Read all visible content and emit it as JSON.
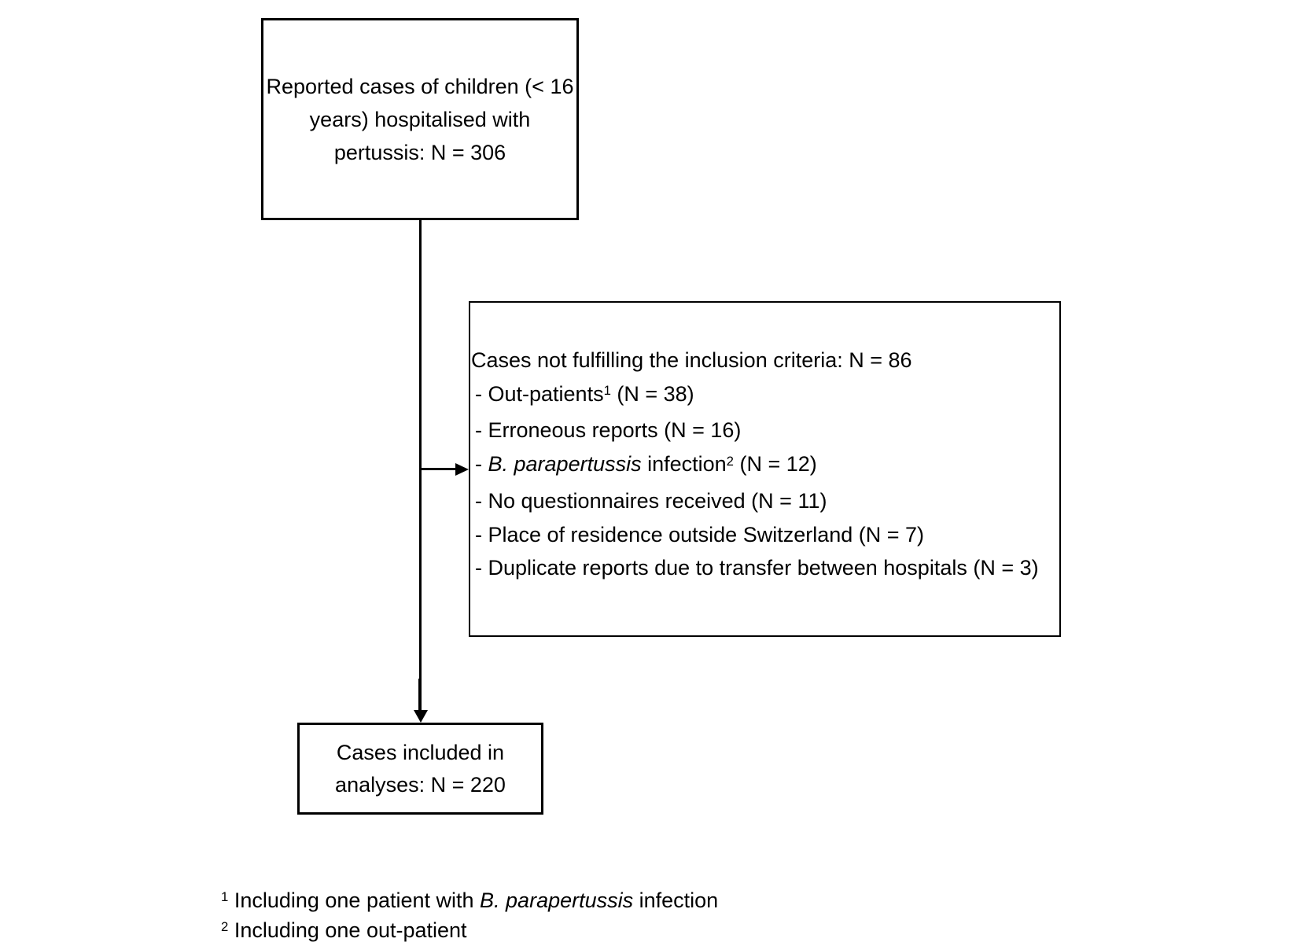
{
  "colors": {
    "ink": "#000000",
    "paper": "#ffffff"
  },
  "top_box": {
    "line1": "Reported cases of children (< 16",
    "line2": "years) hospitalised with",
    "line3": "pertussis: N = 306"
  },
  "exclusion_box": {
    "header": "Cases not fulfilling the inclusion criteria: N = 86",
    "item1": {
      "pre": "- Out-patients",
      "sup": "1",
      "post": " (N = 38)"
    },
    "item2": {
      "text": "- Erroneous reports (N = 16)"
    },
    "item3": {
      "pre": "- ",
      "italic": "B. parapertussis",
      "mid": " infection",
      "sup": "2",
      "post": " (N = 12)"
    },
    "item4": {
      "text": "- No questionnaires received (N = 11)"
    },
    "item5": {
      "text": "- Place of residence outside Switzerland (N = 7)"
    },
    "item6": {
      "text": "- Duplicate reports due to transfer between hospitals (N = 3)"
    }
  },
  "included_box": {
    "line1": "Cases included in",
    "line2": "analyses: N = 220"
  },
  "footnotes": {
    "note1": {
      "sup": "1",
      "pre": " Including one patient with ",
      "italic": "B. parapertussis",
      "post": " infection"
    },
    "note2": {
      "sup": "2",
      "text": " Including one out-patient"
    }
  }
}
